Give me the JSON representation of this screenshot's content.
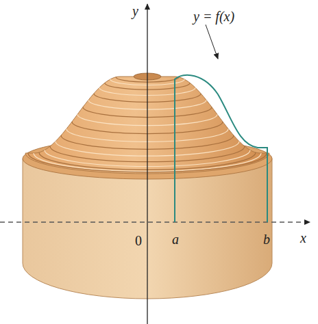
{
  "diagram": {
    "labels": [
      "y",
      "y = f(x)",
      "0",
      "a",
      "b",
      "x"
    ]
  }
}
